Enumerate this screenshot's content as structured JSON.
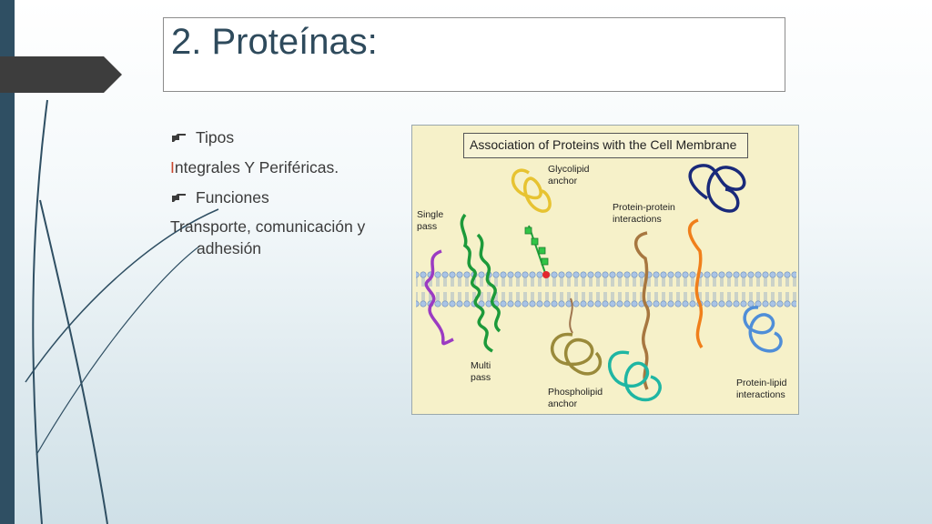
{
  "slide": {
    "title": "2. Proteínas:",
    "bullets": [
      {
        "label": "Tipos",
        "detail_initial": "I",
        "detail_rest": "ntegrales Y Periféricas."
      },
      {
        "label": "Funciones",
        "detail_line1": "Transporte, comunicación y",
        "detail_line2": "adhesión"
      }
    ]
  },
  "figure": {
    "title": "Association of Proteins with the Cell Membrane",
    "labels": {
      "single_pass": [
        "Single",
        "pass"
      ],
      "glycolipid": [
        "Glycolipid",
        "anchor"
      ],
      "protein_protein": [
        "Protein-protein",
        "interactions"
      ],
      "multi_pass": [
        "Multi",
        "pass"
      ],
      "phospholipid": [
        "Phospholipid",
        "anchor"
      ],
      "protein_lipid": [
        "Protein-lipid",
        "interactions"
      ]
    }
  },
  "colors": {
    "accent": "#2f4f63",
    "title_text": "#2e4a5c",
    "highlight_initial": "#c9452c",
    "figure_background": "#f6f1c9"
  },
  "icons": {
    "bullet": "hand-pointer-icon"
  }
}
